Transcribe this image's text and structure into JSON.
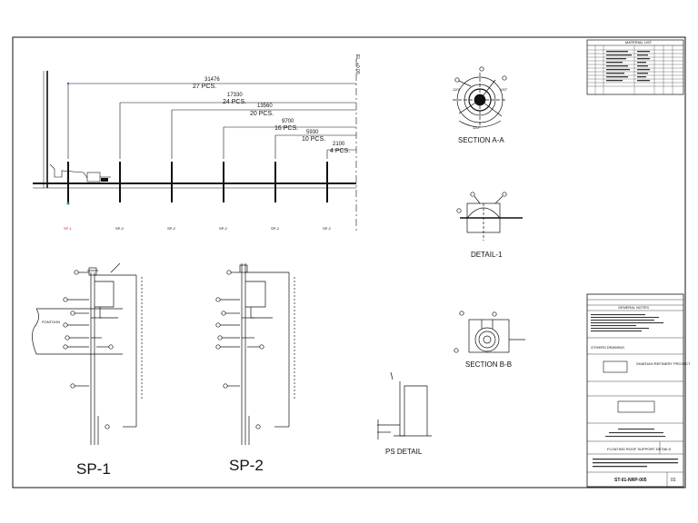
{
  "drawing": {
    "elevation_mark": "EL. +0.00",
    "dimensions": [
      {
        "length": "31476",
        "count": "27 PCS."
      },
      {
        "length": "17330",
        "count": "24 PCS."
      },
      {
        "length": "13560",
        "count": "20 PCS."
      },
      {
        "length": "9700",
        "count": "16 PCS."
      },
      {
        "length": "5930",
        "count": "10 PCS."
      },
      {
        "length": "2100",
        "count": "4 PCS."
      }
    ],
    "support_tags": [
      "SP-1",
      "SP-2",
      "SP-2",
      "SP-2",
      "SP-2",
      "SP-2"
    ],
    "pontoon_label": "PONTOON",
    "sections": {
      "a": "SECTION A-A",
      "detail1": "DETAIL-1",
      "b": "SECTION B-B",
      "ps": "PS DETAIL",
      "angle_1": "120°",
      "angle_2": "120°",
      "angle_3": "120°"
    },
    "supports": {
      "sp1": "SP-1",
      "sp2": "SP-2"
    }
  },
  "material_list": {
    "title": "MATERIAL LIST"
  },
  "title_block": {
    "general_notes": "GENERAL NOTES",
    "drawing_kind": "OTHERS DRAWING",
    "project": "SHARJAH REFINERY PROJECT",
    "drawing_title": "FLOATING ROOF SUPPORT DETAILS",
    "drawing_no": "ST-01-NRP-005",
    "sheet": "01"
  },
  "colors": {
    "line": "#111111",
    "accent": "#2b6bd6",
    "marker": "#cc2222"
  }
}
